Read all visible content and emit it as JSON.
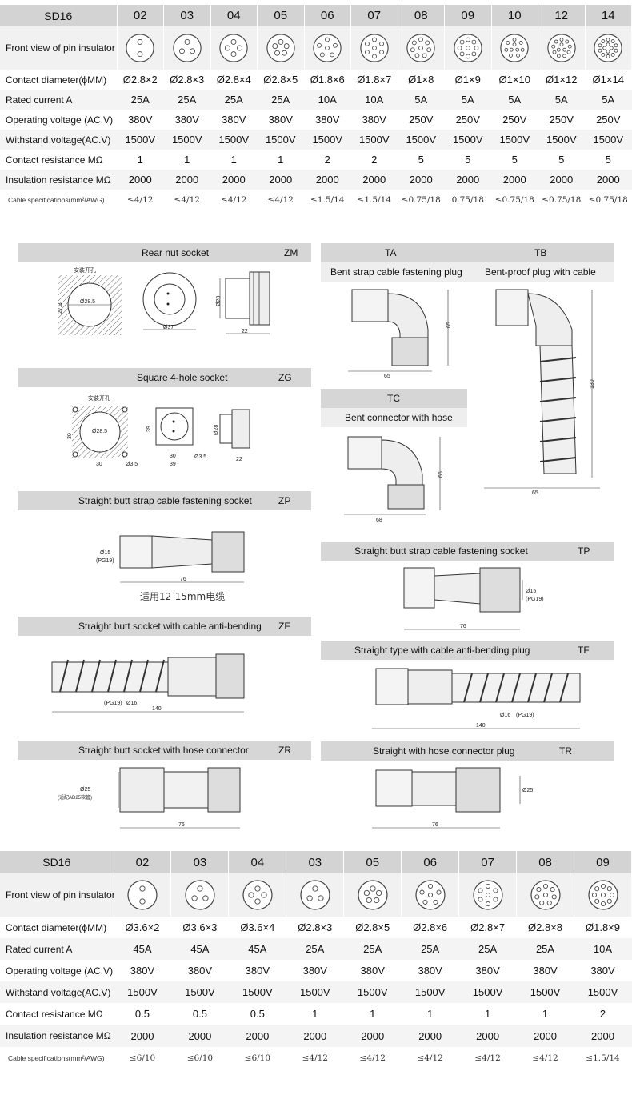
{
  "table_top": {
    "header_label": "SD16",
    "models": [
      "02",
      "03",
      "04",
      "05",
      "06",
      "07",
      "08",
      "09",
      "10",
      "12",
      "14"
    ],
    "pin_counts": [
      2,
      3,
      4,
      5,
      6,
      7,
      8,
      9,
      10,
      12,
      14
    ],
    "row_labels": {
      "pins": "Front view of pin insulator",
      "contact_diameter": "Contact diameter(ϕMM)",
      "rated_current": "Rated current A",
      "operating_voltage": "Operating voltage (AC.V)",
      "withstand_voltage": "Withstand voltage(AC.V)",
      "contact_resistance": "Contact resistance MΩ",
      "insulation_resistance": "Insulation resistance MΩ",
      "cable_spec": "Cable specifications(mm²/AWG)"
    },
    "contact_diameter": [
      "Ø2.8×2",
      "Ø2.8×3",
      "Ø2.8×4",
      "Ø2.8×5",
      "Ø1.8×6",
      "Ø1.8×7",
      "Ø1×8",
      "Ø1×9",
      "Ø1×10",
      "Ø1×12",
      "Ø1×14"
    ],
    "rated_current": [
      "25A",
      "25A",
      "25A",
      "25A",
      "10A",
      "10A",
      "5A",
      "5A",
      "5A",
      "5A",
      "5A"
    ],
    "operating_voltage": [
      "380V",
      "380V",
      "380V",
      "380V",
      "380V",
      "380V",
      "250V",
      "250V",
      "250V",
      "250V",
      "250V"
    ],
    "withstand_voltage": [
      "1500V",
      "1500V",
      "1500V",
      "1500V",
      "1500V",
      "1500V",
      "1500V",
      "1500V",
      "1500V",
      "1500V",
      "1500V"
    ],
    "contact_resistance": [
      "1",
      "1",
      "1",
      "1",
      "2",
      "2",
      "5",
      "5",
      "5",
      "5",
      "5"
    ],
    "insulation_resistance": [
      "2000",
      "2000",
      "2000",
      "2000",
      "2000",
      "2000",
      "2000",
      "2000",
      "2000",
      "2000",
      "2000"
    ],
    "cable_spec": [
      "≤4/12",
      "≤4/12",
      "≤4/12",
      "≤4/12",
      "≤1.5/14",
      "≤1.5/14",
      "≤0.75/18",
      "0.75/18",
      "≤0.75/18",
      "≤0.75/18",
      "≤0.75/18"
    ]
  },
  "sections": {
    "zm": {
      "title": "Rear nut socket",
      "code": "ZM",
      "note": "安装开孔",
      "d1": "Ø28.5",
      "d2": "Ø37",
      "d3": "Ø28",
      "d4": "22",
      "d5": "27.3"
    },
    "ta": {
      "code": "TA",
      "title": "Bent strap cable fastening plug",
      "d1": "65",
      "d2": "65"
    },
    "tb": {
      "code": "TB",
      "title": "Bent-proof plug with cable",
      "d1": "130",
      "d2": "65"
    },
    "zg": {
      "title": "Square 4-hole socket",
      "code": "ZG",
      "note": "安装开孔",
      "d1": "Ø28.5",
      "d2": "30",
      "d3": "39",
      "d4": "Ø3.5",
      "d5": "Ø28",
      "d6": "22",
      "d7": "39",
      "d8": "30",
      "d9": "Ø3.5",
      "d10": "30"
    },
    "tc": {
      "code": "TC",
      "title": "Bent connector with hose",
      "d1": "65",
      "d2": "68"
    },
    "zp": {
      "title": "Straight butt strap cable fastening socket",
      "code": "ZP",
      "d1": "Ø15",
      "d2": "(PG19)",
      "d3": "76",
      "note": "适用12-15mm电缆"
    },
    "tp": {
      "title": "Straight butt strap cable fastening socket",
      "code": "TP",
      "d1": "Ø15",
      "d2": "(PG19)",
      "d3": "76"
    },
    "zf": {
      "title": "Straight butt socket with cable anti-bending",
      "code": "ZF",
      "d1": "(PG19)",
      "d2": "Ø16",
      "d3": "140"
    },
    "tf": {
      "title": "Straight type with cable anti-bending plug",
      "code": "TF",
      "d1": "Ø16",
      "d2": "(PG19)",
      "d3": "140"
    },
    "zr": {
      "title": "Straight butt socket with hose connector",
      "code": "ZR",
      "d1": "Ø25",
      "d2": "(适配AD25软管)",
      "d3": "76"
    },
    "tr": {
      "title": "Straight with hose connector plug",
      "code": "TR",
      "d1": "Ø25",
      "d2": "76"
    }
  },
  "table_bottom": {
    "header_label": "SD16",
    "models": [
      "02",
      "03",
      "04",
      "03",
      "05",
      "06",
      "07",
      "08",
      "09"
    ],
    "pin_counts": [
      2,
      3,
      4,
      3,
      5,
      6,
      7,
      8,
      9
    ],
    "row_labels": {
      "pins": "Front view of pin insulator",
      "contact_diameter": "Contact diameter(ϕMM)",
      "rated_current": "Rated current A",
      "operating_voltage": "Operating voltage (AC.V)",
      "withstand_voltage": "Withstand voltage(AC.V)",
      "contact_resistance": "Contact resistance MΩ",
      "insulation_resistance": "Insulation resistance MΩ",
      "cable_spec": "Cable specifications(mm²/AWG)"
    },
    "contact_diameter": [
      "Ø3.6×2",
      "Ø3.6×3",
      "Ø3.6×4",
      "Ø2.8×3",
      "Ø2.8×5",
      "Ø2.8×6",
      "Ø2.8×7",
      "Ø2.8×8",
      "Ø1.8×9"
    ],
    "rated_current": [
      "45A",
      "45A",
      "45A",
      "25A",
      "25A",
      "25A",
      "25A",
      "25A",
      "10A"
    ],
    "operating_voltage": [
      "380V",
      "380V",
      "380V",
      "380V",
      "380V",
      "380V",
      "380V",
      "380V",
      "380V"
    ],
    "withstand_voltage": [
      "1500V",
      "1500V",
      "1500V",
      "1500V",
      "1500V",
      "1500V",
      "1500V",
      "1500V",
      "1500V"
    ],
    "contact_resistance": [
      "0.5",
      "0.5",
      "0.5",
      "1",
      "1",
      "1",
      "1",
      "1",
      "2"
    ],
    "insulation_resistance": [
      "2000",
      "2000",
      "2000",
      "2000",
      "2000",
      "2000",
      "2000",
      "2000",
      "2000"
    ],
    "cable_spec": [
      "≤6/10",
      "≤6/10",
      "≤6/10",
      "≤4/12",
      "≤4/12",
      "≤4/12",
      "≤4/12",
      "≤4/12",
      "≤1.5/14"
    ]
  }
}
